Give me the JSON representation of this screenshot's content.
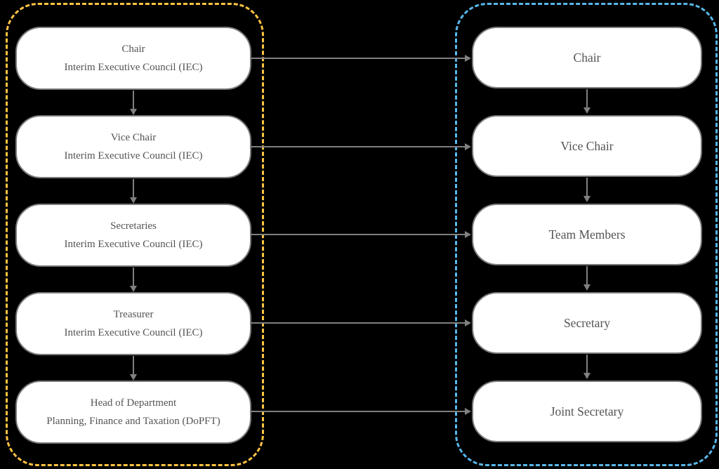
{
  "left_column": {
    "border_color": "#FFC342",
    "nodes": [
      {
        "line1": "Chair",
        "line2": "Interim Executive Council (IEC)"
      },
      {
        "line1": "Vice Chair",
        "line2": "Interim Executive Council (IEC)"
      },
      {
        "line1": "Secretaries",
        "line2": "Interim Executive Council (IEC)"
      },
      {
        "line1": "Treasurer",
        "line2": "Interim Executive Council (IEC)"
      },
      {
        "line1": "Head of Department",
        "line2": "Planning, Finance and Taxation (DoPFT)"
      }
    ]
  },
  "right_column": {
    "border_color": "#57B7EA",
    "nodes": [
      {
        "label": "Chair"
      },
      {
        "label": "Vice Chair"
      },
      {
        "label": "Team Members"
      },
      {
        "label": "Secretary"
      },
      {
        "label": "Joint Secretary"
      }
    ]
  },
  "connections": {
    "vertical": "each box points down to the next box in its own column",
    "horizontal_pairs": [
      [
        "Chair (IEC)",
        "Chair"
      ],
      [
        "Vice Chair (IEC)",
        "Vice Chair"
      ],
      [
        "Secretaries (IEC)",
        "Team Members"
      ],
      [
        "Treasurer (IEC)",
        "Secretary"
      ],
      [
        "Head of Department (DoPFT)",
        "Joint Secretary"
      ]
    ]
  },
  "style_colors": {
    "node_border": "#7A7A7A",
    "connector": "#808080",
    "text": "#545454",
    "node_fill": "#FFFFFF",
    "background": "#000000"
  }
}
